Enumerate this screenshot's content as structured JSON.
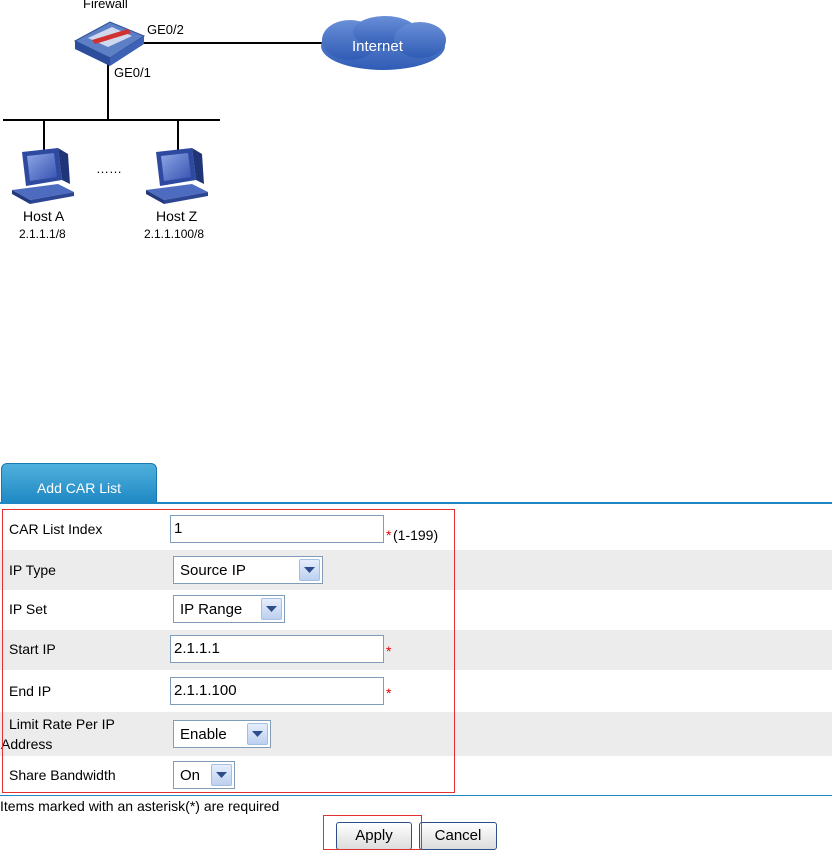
{
  "diagram": {
    "firewall_label": "Firewall",
    "port_ge02": "GE0/2",
    "port_ge01": "GE0/1",
    "internet_label": "Internet",
    "ellipsis": "……",
    "host_a": {
      "name": "Host A",
      "ip": "2.1.1.1/8"
    },
    "host_z": {
      "name": "Host Z",
      "ip": "2.1.1.100/8"
    }
  },
  "form": {
    "tab_label": "Add CAR List",
    "car_list_index": {
      "label": "CAR List Index",
      "value": "1",
      "required": "*",
      "range": "(1-199)"
    },
    "ip_type": {
      "label": "IP Type",
      "selected": "Source IP"
    },
    "ip_set": {
      "label": "IP Set",
      "selected": "IP Range"
    },
    "start_ip": {
      "label": "Start IP",
      "value": "2.1.1.1",
      "required": "*"
    },
    "end_ip": {
      "label": "End IP",
      "value": "2.1.1.100",
      "required": "*"
    },
    "limit_rate": {
      "label_line1": "Limit Rate Per IP",
      "label_line2": "Address",
      "selected": "Enable"
    },
    "share_bandwidth": {
      "label": "Share Bandwidth",
      "selected": "On"
    },
    "required_note": "Items marked with an asterisk(*) are required",
    "apply_label": "Apply",
    "cancel_label": "Cancel"
  },
  "colors": {
    "tab_blue": "#1f88c4",
    "highlight_red": "#e03030",
    "required_red": "#e00000",
    "row_shade": "#ececec"
  }
}
